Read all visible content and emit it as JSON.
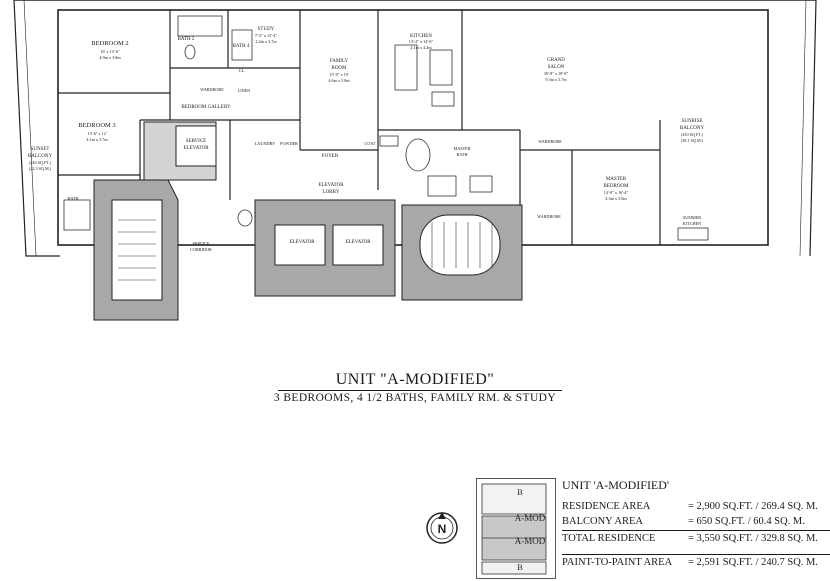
{
  "plan": {
    "rooms": {
      "bedroom2": {
        "name": "BEDROOM 2",
        "dims_ft": "16' x 12'-6\"",
        "dims_m": "4.9m x 3.8m"
      },
      "bath2": {
        "name": "BATH 2"
      },
      "bath4": {
        "name": "BATH 4"
      },
      "study": {
        "name": "STUDY",
        "dims_ft": "7'-2\" x 12'-4\"",
        "dims_m": "2.2m x 3.7m"
      },
      "closet_short": "CL.",
      "wardrobe": "WARDROBE",
      "gallery": "BEDROOM GALLERY",
      "linen": "LINEN",
      "family": {
        "name1": "FAMILY",
        "name2": "ROOM",
        "dims_ft": "15'-0\" x 19'",
        "dims_m": "4.6m x 5.8m"
      },
      "kitchen": {
        "name": "KITCHEN",
        "dims_ft": "13'-4\" x 14'-6\"",
        "dims_m": "4.1m x 4.4m"
      },
      "grand_salon": {
        "name1": "GRAND",
        "name2": "SALON",
        "dims_ft": "30'-8\" x 18'-8\"",
        "dims_m": "9.3m x 5.7m"
      },
      "sunrise": {
        "name1": "SUNRISE",
        "name2": "BALCONY",
        "area_ft": "(410 SQ.FT.)",
        "area_m": "(38.1 SQ.M.)"
      },
      "bedroom3": {
        "name": "BEDROOM 3",
        "dims_ft": "13'-6\" x 12'",
        "dims_m": "4.1m x 3.7m"
      },
      "service_elevator": {
        "name1": "SERVICE",
        "name2": "ELEVATOR"
      },
      "laundry": "LAUNDRY",
      "powder": "POWDER",
      "foyer": "FOYER",
      "coat": "COAT",
      "master_bath": {
        "name1": "MASTER",
        "name2": "BATH"
      },
      "master_bedroom": {
        "name1": "MASTER",
        "name2": "BEDROOM",
        "dims_ft": "14'-0\" x 16'-4\"",
        "dims_m": "4.3m x 5.0m"
      },
      "sunset": {
        "name1": "SUNSET",
        "name2": "BALCONY",
        "area_ft": "(240 SQ.FT.)",
        "area_m": "(22.3 SQ.M.)"
      },
      "bath_short": "BATH",
      "elevator_lobby": {
        "name1": "ELEVATOR",
        "name2": "LOBBY"
      },
      "elevator": "ELEVATOR",
      "service_corridor": {
        "name1": "SERVICE",
        "name2": "CORRIDOR"
      },
      "summer_kitchen": {
        "name1": "SUMMER",
        "name2": "KITCHEN"
      }
    }
  },
  "caption": {
    "title": "UNIT \"A-MODIFIED\"",
    "subtitle": "3 BEDROOMS,  4 1/2 BATHS, FAMILY RM. & STUDY"
  },
  "keyplan": {
    "top_label": "B",
    "unit_label_top": "A-MOD",
    "unit_label_bottom": "A-MOD",
    "bottom_label": "B"
  },
  "compass": {
    "label": "N"
  },
  "areas": {
    "heading": "UNIT 'A-MODIFIED'",
    "rows": [
      {
        "label": "RESIDENCE AREA",
        "value": "= 2,900 SQ.FT. / 269.4 SQ. M."
      },
      {
        "label": "BALCONY AREA",
        "value": "=   650 SQ.FT. /  60.4 SQ. M."
      },
      {
        "label": "TOTAL RESIDENCE",
        "value": "= 3,550 SQ.FT. / 329.8 SQ. M."
      },
      {
        "label": "PAINT-TO-PAINT AREA",
        "value": "= 2,591 SQ.FT. / 240.7 SQ. M."
      }
    ]
  }
}
